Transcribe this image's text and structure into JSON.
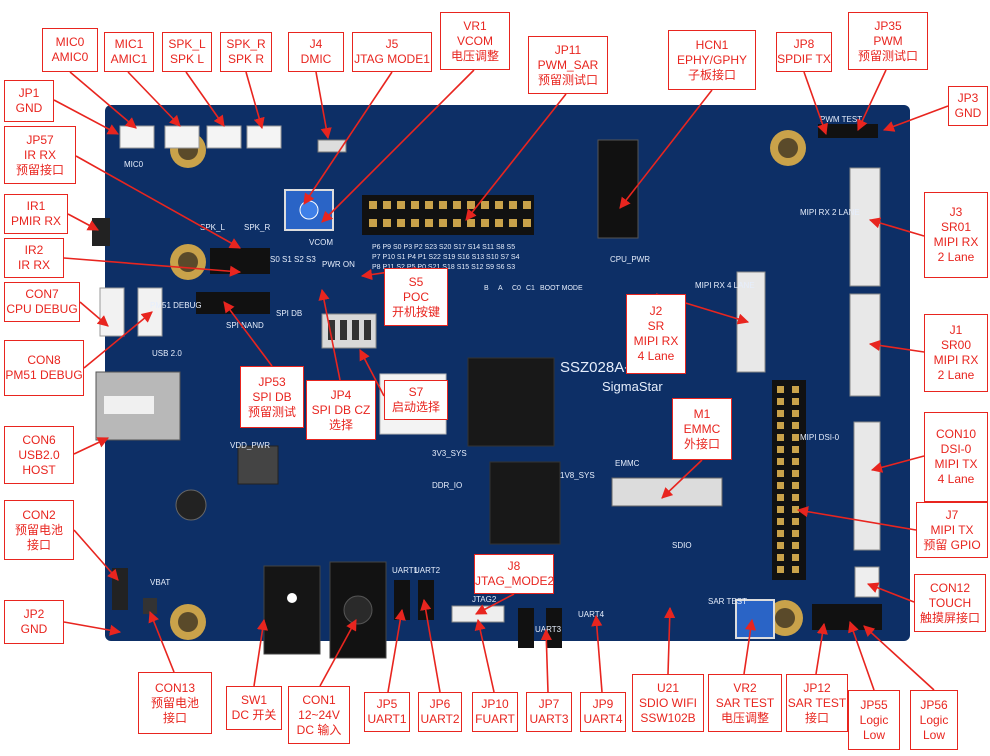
{
  "title": "",
  "board_silkscreen": {
    "model_text": "SSZ028A-S01A-M",
    "brand_text": "SigmaStar",
    "pins_row1": "P6 P9 S0 P3 P2 S23 S20 S17 S14 S11 S8 S5",
    "pins_row2": "P7 P10 S1 P4 P1 S22 S19 S16 S13 S10 S7 S4",
    "pins_row3": "P8 P11 S2 P5 P0 S21 S18 S15 S12 S9 S6 S3",
    "boot_table_header": [
      "B",
      "A",
      "C0",
      "C1",
      "BOOT MODE"
    ],
    "silk_labels": [
      "MIC0",
      "SPK_L",
      "SPK_R",
      "VCOM",
      "SPI NAND",
      "SPI DB",
      "PM51 DEBUG",
      "USB 2.0",
      "S0 S1 S2 S3",
      "PWR ON",
      "MIPI RX 4 LANE",
      "MIPI RX 2 LANE",
      "MIPI DSI-0",
      "CPU_PWR",
      "EMMC",
      "SDIO",
      "SAR TEST",
      "UART1",
      "UART2",
      "JTAG2",
      "UART3",
      "UART4",
      "1V8_SYS",
      "3V3_SYS",
      "VDD_PWR",
      "DDR_IO",
      "VBAT",
      "PWM TEST"
    ]
  },
  "callouts": [
    {
      "id": "mic0",
      "lines": [
        "MIC0",
        "AMIC0"
      ]
    },
    {
      "id": "mic1",
      "lines": [
        "MIC1",
        "AMIC1"
      ]
    },
    {
      "id": "spkl",
      "lines": [
        "SPK_L",
        "SPK L"
      ]
    },
    {
      "id": "spkr",
      "lines": [
        "SPK_R",
        "SPK R"
      ]
    },
    {
      "id": "j4",
      "lines": [
        "J4",
        "DMIC"
      ]
    },
    {
      "id": "j5",
      "lines": [
        "J5",
        "JTAG MODE1"
      ]
    },
    {
      "id": "vr1",
      "lines": [
        "VR1",
        "VCOM",
        "电压调整"
      ]
    },
    {
      "id": "jp11",
      "lines": [
        "JP11",
        "PWM_SAR",
        "预留测试口"
      ]
    },
    {
      "id": "hcn1",
      "lines": [
        "HCN1",
        "EPHY/GPHY",
        "子板接口"
      ]
    },
    {
      "id": "jp8",
      "lines": [
        "JP8",
        "SPDIF TX"
      ]
    },
    {
      "id": "jp35",
      "lines": [
        "JP35",
        "PWM",
        "预留测试口"
      ]
    },
    {
      "id": "jp3",
      "lines": [
        "JP3",
        "GND"
      ]
    },
    {
      "id": "jp1",
      "lines": [
        "JP1",
        "GND"
      ]
    },
    {
      "id": "jp57",
      "lines": [
        "JP57",
        "IR RX",
        "预留接口"
      ]
    },
    {
      "id": "ir1",
      "lines": [
        "IR1",
        "PMIR RX"
      ]
    },
    {
      "id": "ir2",
      "lines": [
        "IR2",
        "IR RX"
      ]
    },
    {
      "id": "con7",
      "lines": [
        "CON7",
        "CPU DEBUG"
      ]
    },
    {
      "id": "con8",
      "lines": [
        "CON8",
        "PM51 DEBUG"
      ]
    },
    {
      "id": "con6",
      "lines": [
        "CON6",
        "USB2.0",
        "HOST"
      ]
    },
    {
      "id": "con2",
      "lines": [
        "CON2",
        "预留电池",
        "接口"
      ]
    },
    {
      "id": "jp2",
      "lines": [
        "JP2",
        "GND"
      ]
    },
    {
      "id": "s5",
      "lines": [
        "S5",
        "POC",
        "开机按键"
      ]
    },
    {
      "id": "jp53",
      "lines": [
        "JP53",
        "SPI DB",
        "预留测试"
      ]
    },
    {
      "id": "jp4",
      "lines": [
        "JP4",
        "SPI DB CZ",
        "选择"
      ]
    },
    {
      "id": "s7",
      "lines": [
        "S7",
        "启动选择"
      ]
    },
    {
      "id": "j2",
      "lines": [
        "J2",
        "SR",
        "MIPI RX",
        "4 Lane"
      ]
    },
    {
      "id": "m1",
      "lines": [
        "M1",
        "EMMC",
        "外接口"
      ]
    },
    {
      "id": "j3",
      "lines": [
        "J3",
        "SR01",
        "MIPI RX",
        "2 Lane"
      ]
    },
    {
      "id": "j1",
      "lines": [
        "J1",
        "SR00",
        "MIPI RX",
        "2 Lane"
      ]
    },
    {
      "id": "con10",
      "lines": [
        "CON10",
        "DSI-0",
        "MIPI TX",
        "4 Lane"
      ]
    },
    {
      "id": "j7",
      "lines": [
        "J7",
        "MIPI TX",
        "预留  GPIO"
      ]
    },
    {
      "id": "con12",
      "lines": [
        "CON12",
        "TOUCH",
        "触摸屏接口"
      ]
    },
    {
      "id": "j8",
      "lines": [
        "J8",
        "JTAG_MODE2"
      ]
    },
    {
      "id": "con13",
      "lines": [
        "CON13",
        "预留电池",
        "接口"
      ]
    },
    {
      "id": "sw1",
      "lines": [
        "SW1",
        "DC 开关"
      ]
    },
    {
      "id": "con1",
      "lines": [
        "CON1",
        "12~24V",
        "DC  输入"
      ]
    },
    {
      "id": "jp5",
      "lines": [
        "JP5",
        "UART1"
      ]
    },
    {
      "id": "jp6",
      "lines": [
        "JP6",
        "UART2"
      ]
    },
    {
      "id": "jp10",
      "lines": [
        "JP10",
        "FUART"
      ]
    },
    {
      "id": "jp7",
      "lines": [
        "JP7",
        "UART3"
      ]
    },
    {
      "id": "jp9",
      "lines": [
        "JP9",
        "UART4"
      ]
    },
    {
      "id": "u21",
      "lines": [
        "U21",
        "SDIO WIFI",
        "SSW102B"
      ]
    },
    {
      "id": "vr2",
      "lines": [
        "VR2",
        "SAR TEST",
        "电压调整"
      ]
    },
    {
      "id": "jp12",
      "lines": [
        "JP12",
        "SAR TEST",
        "接口"
      ]
    },
    {
      "id": "jp55",
      "lines": [
        "JP55",
        "Logic",
        "Low"
      ]
    },
    {
      "id": "jp56",
      "lines": [
        "JP56",
        "Logic",
        "Low"
      ]
    }
  ],
  "colors": {
    "board": "#0d2f66",
    "board_dark": "#082451",
    "callout": "#e8251f",
    "silk": "#e6eefc",
    "gold": "#c9a24a",
    "header": "#111111"
  }
}
